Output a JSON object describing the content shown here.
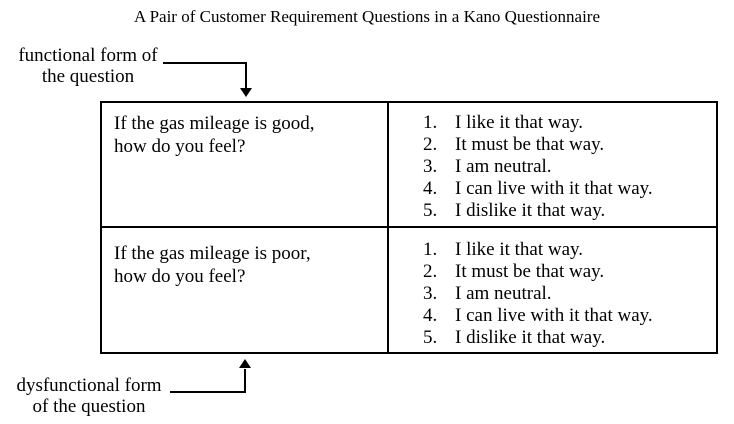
{
  "title": "A Pair of Customer Requirement Questions in a Kano Questionnaire",
  "labels": {
    "functional": {
      "line1": "functional form of",
      "line2": "the question"
    },
    "dysfunctional": {
      "line1": "dysfunctional form",
      "line2": "of the question"
    }
  },
  "icons": {
    "top_arrow": "arrow-down-icon",
    "bottom_arrow": "arrow-up-icon"
  },
  "colors": {
    "ink": "#000000",
    "background": "#ffffff"
  },
  "table": {
    "rows": [
      {
        "question": "If the gas mileage is good,\nhow do you feel?",
        "options": [
          {
            "num": "1.",
            "text": "I like it that way."
          },
          {
            "num": "2.",
            "text": "It must be that way."
          },
          {
            "num": "3.",
            "text": "I am neutral."
          },
          {
            "num": "4.",
            "text": "I can live with it that way."
          },
          {
            "num": "5.",
            "text": "I dislike it that way."
          }
        ]
      },
      {
        "question": "If the gas mileage is poor,\nhow do you feel?",
        "options": [
          {
            "num": "1.",
            "text": "I like it that way."
          },
          {
            "num": "2.",
            "text": "It must be that way."
          },
          {
            "num": "3.",
            "text": "I am neutral."
          },
          {
            "num": "4.",
            "text": "I can live with it that way."
          },
          {
            "num": "5.",
            "text": "I dislike it that way."
          }
        ]
      }
    ]
  }
}
